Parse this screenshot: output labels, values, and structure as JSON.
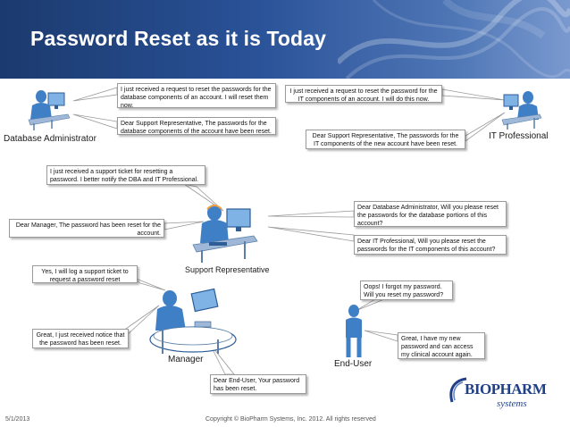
{
  "slide": {
    "title": "Password Reset as it is Today",
    "footer_date": "5/1/2013",
    "footer_copyright": "Copyright © BioPharm Systems, Inc.  2012.  All rights reserved",
    "logo": {
      "main": "BIOPHARM",
      "sub": "systems"
    }
  },
  "roles": {
    "dba": "Database Administrator",
    "it": "IT Professional",
    "support": "Support Representative",
    "manager": "Manager",
    "enduser": "End-User"
  },
  "bubbles": {
    "dba_received": "I just received a request to reset the passwords for the database components of an account.  I will reset them now.",
    "dba_done": "Dear Support Representative, The passwords for the database components of the account have been reset.",
    "it_received": "I just received a request to reset the password for the IT components of an account.  I will do this now.",
    "it_done": "Dear Support Representative, The passwords for the IT components of the new account have been reset.",
    "support_ticket": "I just received a support ticket for resetting a password. I better notify the DBA and IT Professional.",
    "to_dba": "Dear Database Administrator, Will you please reset the passwords for the database portions of this account?",
    "to_manager": "Dear Manager, The password has been reset for the account.",
    "to_it": "Dear IT Professional, Will you please reset the passwords for the IT components of this account?",
    "manager_ticket": "Yes, I will log a  support ticket to request a password reset",
    "manager_notice": "Great, I just received notice that the password has been reset.",
    "enduser_forgot": "Oops! I forgot my password.  Will you reset my password?",
    "enduser_great": "Great, I have my new password and can access my clinical account again.",
    "to_enduser": "Dear End-User, Your password has been reset."
  },
  "colors": {
    "header_dark": "#1b3a6e",
    "header_light": "#7a99cf",
    "figure_blue": "#3f7fc6",
    "logo_blue": "#1f3f86"
  }
}
